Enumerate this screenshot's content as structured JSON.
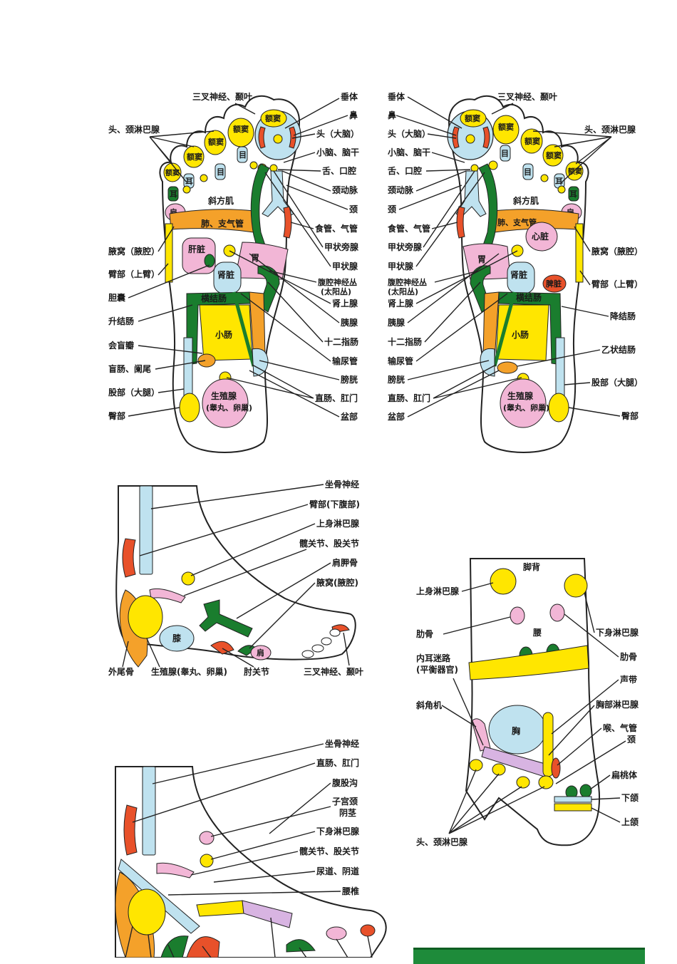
{
  "colors": {
    "yellow": "#ffe600",
    "pink": "#f2b6d6",
    "green": "#1a7d2e",
    "orange": "#f4a12a",
    "red": "#e8512a",
    "lightblue": "#bfe2ef",
    "lavender": "#d8b4e2",
    "banner": "#1e8b3a"
  },
  "sole_left": {
    "labels": {
      "trigeminal_temporal": "三叉神经、颞叶",
      "pituitary": "垂体",
      "nose": "鼻",
      "lymph_head_neck": "头、颈淋巴腺",
      "head_brain": "头（大脑）",
      "cerebellum": "小脑、脑干",
      "tongue": "舌、口腔",
      "carotid": "颈动脉",
      "neck": "颈",
      "esophagus": "食管、气管",
      "parathyroid": "甲状旁腺",
      "thyroid": "甲状腺",
      "celiac": "腹腔神经丛",
      "solar": "(太阳丛)",
      "adrenal": "肾上腺",
      "pancreas": "胰腺",
      "duodenum": "十二指肠",
      "ureter": "输尿管",
      "bladder": "膀胱",
      "rectum_anus": "直肠、肛门",
      "pelvis": "盆部",
      "armpit": "腋窝（腋腔）",
      "upper_arm": "臂部（上臂）",
      "gallbladder": "胆囊",
      "ascending_colon": "升结肠",
      "ileocecal": "会盲瓣",
      "cecum_appendix": "盲肠、阑尾",
      "thigh": "股部（大腿）",
      "hip": "臀部"
    },
    "inner": {
      "sinus": "额窦",
      "eye": "目",
      "ear": "耳",
      "shoulder": "肩",
      "trapezius": "斜方肌",
      "lung": "肺、支气管",
      "liver": "肝脏",
      "stomach": "胃",
      "kidney": "肾脏",
      "transverse_colon": "横结肠",
      "small_intestine": "小肠",
      "gonad": "生殖腺",
      "gonad_sub": "(睾丸、卵巢)"
    }
  },
  "sole_right": {
    "labels": {
      "pituitary": "垂体",
      "trigeminal_temporal": "三叉神经、颞叶",
      "nose": "鼻",
      "head_brain": "头（大脑）",
      "lymph_head_neck": "头、颈淋巴腺",
      "cerebellum": "小脑、脑干",
      "tongue": "舌、口腔",
      "carotid": "颈动脉",
      "neck": "颈",
      "esophagus": "食管、气管",
      "parathyroid": "甲状旁腺",
      "thyroid": "甲状腺",
      "celiac": "腹腔神经丛",
      "solar": "(太阳丛)",
      "adrenal": "肾上腺",
      "pancreas": "胰腺",
      "duodenum": "十二指肠",
      "ureter": "输尿管",
      "bladder": "膀胱",
      "rectum_anus": "直肠、肛门",
      "pelvis": "盆部",
      "armpit": "腋窝（腋腔）",
      "upper_arm": "臂部（上臂）",
      "descending_colon": "降结肠",
      "sigmoid": "乙状结肠",
      "thigh": "股部（大腿）",
      "hip": "臀部"
    },
    "inner": {
      "sinus": "额窦",
      "eye": "目",
      "ear": "耳",
      "shoulder": "肩",
      "trapezius": "斜方肌",
      "lung": "肺、支气管",
      "heart": "心脏",
      "stomach": "胃",
      "kidney": "肾脏",
      "spleen": "脾脏",
      "transverse_colon": "横结肠",
      "small_intestine": "小肠",
      "gonad": "生殖腺",
      "gonad_sub": "(睾丸、卵巢)"
    }
  },
  "outer_side": {
    "labels": {
      "sciatic": "坐骨神经",
      "lower_abdomen": "臂部(下腹部)",
      "upper_lymph": "上身淋巴腺",
      "hip_joint": "髋关节、股关节",
      "scapula": "肩胛骨",
      "armpit": "腋窝(腋腔)",
      "coccyx": "外尾骨",
      "gonad": "生殖腺(睾丸、卵巢)",
      "elbow": "肘关节",
      "trigeminal": "三叉神经、颞叶"
    },
    "inner": {
      "knee": "膝",
      "shoulder": "肩"
    }
  },
  "dorsum": {
    "title": "脚背",
    "labels": {
      "upper_lymph": "上身淋巴腺",
      "rib": "肋骨",
      "lower_lymph": "下身淋巴腺",
      "rib_right": "肋骨",
      "inner_ear": "内耳迷路",
      "balance": "(平衡器官)",
      "vocal": "声带",
      "chest_lymph": "胸部淋巴腺",
      "oblique": "斜角机",
      "throat": "喉、气管",
      "neck": "颈",
      "tonsil": "扁桃体",
      "lower_jaw": "下颌",
      "upper_jaw": "上颌",
      "lymph_head_neck": "头、颈淋巴腺"
    },
    "inner": {
      "waist": "腰",
      "chest": "胸"
    }
  },
  "inner_side": {
    "labels": {
      "sciatic": "坐骨神经",
      "rectum": "直肠、肛门",
      "groin": "腹股沟",
      "cervix": "子宫颈",
      "penis": "阴茎",
      "lower_lymph": "下身淋巴腺",
      "hip_joint": "髋关节、股关节",
      "urethra": "尿道、阴道",
      "lumbar": "腰椎"
    }
  }
}
